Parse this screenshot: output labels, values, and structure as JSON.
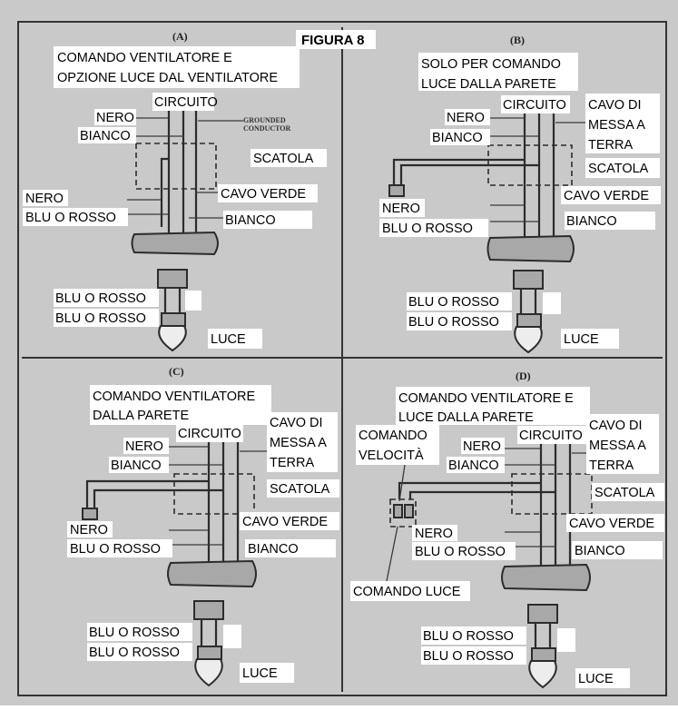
{
  "title": "FIGURA 8",
  "panels": [
    {
      "letter": "(A)",
      "caption": [
        "COMANDO VENTILATORE E",
        "OPZIONE LUCE DAL VENTILATORE"
      ],
      "grounded_conductor": [
        "GROUNDED",
        "CONDUCTOR"
      ],
      "labels": {
        "circuito": "CIRCUITO",
        "nero": "NERO",
        "bianco": "BIANCO",
        "scatola": "SCATOLA",
        "cavo_verde": "CAVO VERDE",
        "nero2": "NERO",
        "blu_o_rosso": "BLU O ROSSO",
        "bianco2": "BIANCO",
        "light_wire_1": "BLU O ROSSO",
        "light_wire_2": "BLU O ROSSO",
        "luce": "LUCE"
      }
    },
    {
      "letter": "(B)",
      "caption": [
        "SOLO PER COMANDO",
        "LUCE DALLA PARETE"
      ],
      "labels": {
        "circuito": "CIRCUITO",
        "nero": "NERO",
        "bianco": "BIANCO",
        "cavo_di": "CAVO DI",
        "messa_a": "MESSA A",
        "terra": "TERRA",
        "scatola": "SCATOLA",
        "cavo_verde": "CAVO VERDE",
        "nero2": "NERO",
        "blu_o_rosso": "BLU O ROSSO",
        "bianco2": "BIANCO",
        "light_wire_1": "BLU O ROSSO",
        "light_wire_2": "BLU O ROSSO",
        "luce": "LUCE"
      }
    },
    {
      "letter": "(C)",
      "caption": [
        "COMANDO VENTILATORE",
        "DALLA PARETE"
      ],
      "labels": {
        "circuito": "CIRCUITO",
        "nero": "NERO",
        "bianco": "BIANCO",
        "cavo_di": "CAVO DI",
        "messa_a": "MESSA A",
        "terra": "TERRA",
        "scatola": "SCATOLA",
        "cavo_verde": "CAVO VERDE",
        "nero2": "NERO",
        "blu_o_rosso": "BLU O ROSSO",
        "bianco2": "BIANCO",
        "light_wire_1": "BLU O ROSSO",
        "light_wire_2": "BLU O ROSSO",
        "luce": "LUCE"
      }
    },
    {
      "letter": "(D)",
      "caption": [
        "COMANDO VENTILATORE E",
        "LUCE DALLA PARETE"
      ],
      "labels": {
        "circuito": "CIRCUITO",
        "nero": "NERO",
        "bianco": "BIANCO",
        "comando_velocita": [
          "COMANDO",
          "VELOCITÀ"
        ],
        "cavo_di": "CAVO DI",
        "messa_a": "MESSA A",
        "terra": "TERRA",
        "scatola": "SCATOLA",
        "cavo_verde": "CAVO VERDE",
        "nero2": "NERO",
        "blu_o_rosso": "BLU O ROSSO",
        "bianco2": "BIANCO",
        "comando_luce": "COMANDO LUCE",
        "light_wire_1": "BLU O ROSSO",
        "light_wire_2": "BLU O ROSSO",
        "luce": "LUCE"
      }
    }
  ]
}
